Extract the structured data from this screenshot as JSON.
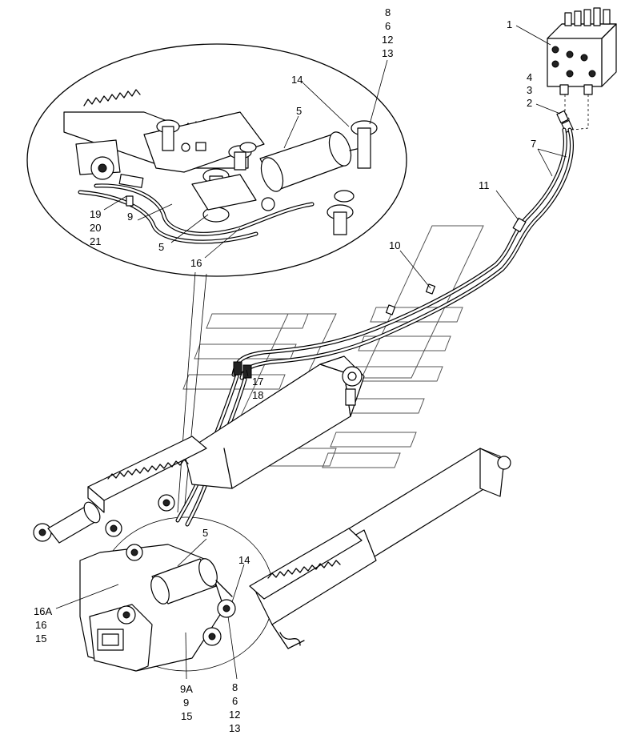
{
  "callouts": {
    "c1": "1",
    "c4": "4",
    "c3": "3",
    "c2": "2",
    "c7": "7",
    "c11": "11",
    "c10": "10",
    "c8top": "8",
    "c6top": "6",
    "c12top": "12",
    "c13top": "13",
    "c14top": "14",
    "c5top": "5",
    "c19": "19",
    "c20": "20",
    "c21": "21",
    "c9top": "9",
    "c5mid": "5",
    "c16top": "16",
    "c17": "17",
    "c18": "18",
    "c5bot": "5",
    "c14bot": "14",
    "c16A": "16A",
    "c16bot": "16",
    "c15bot": "15",
    "c9A": "9A",
    "c9bot": "9",
    "c15b2": "15",
    "c8bot": "8",
    "c6bot": "6",
    "c12bot": "12",
    "c13bot": "13"
  }
}
